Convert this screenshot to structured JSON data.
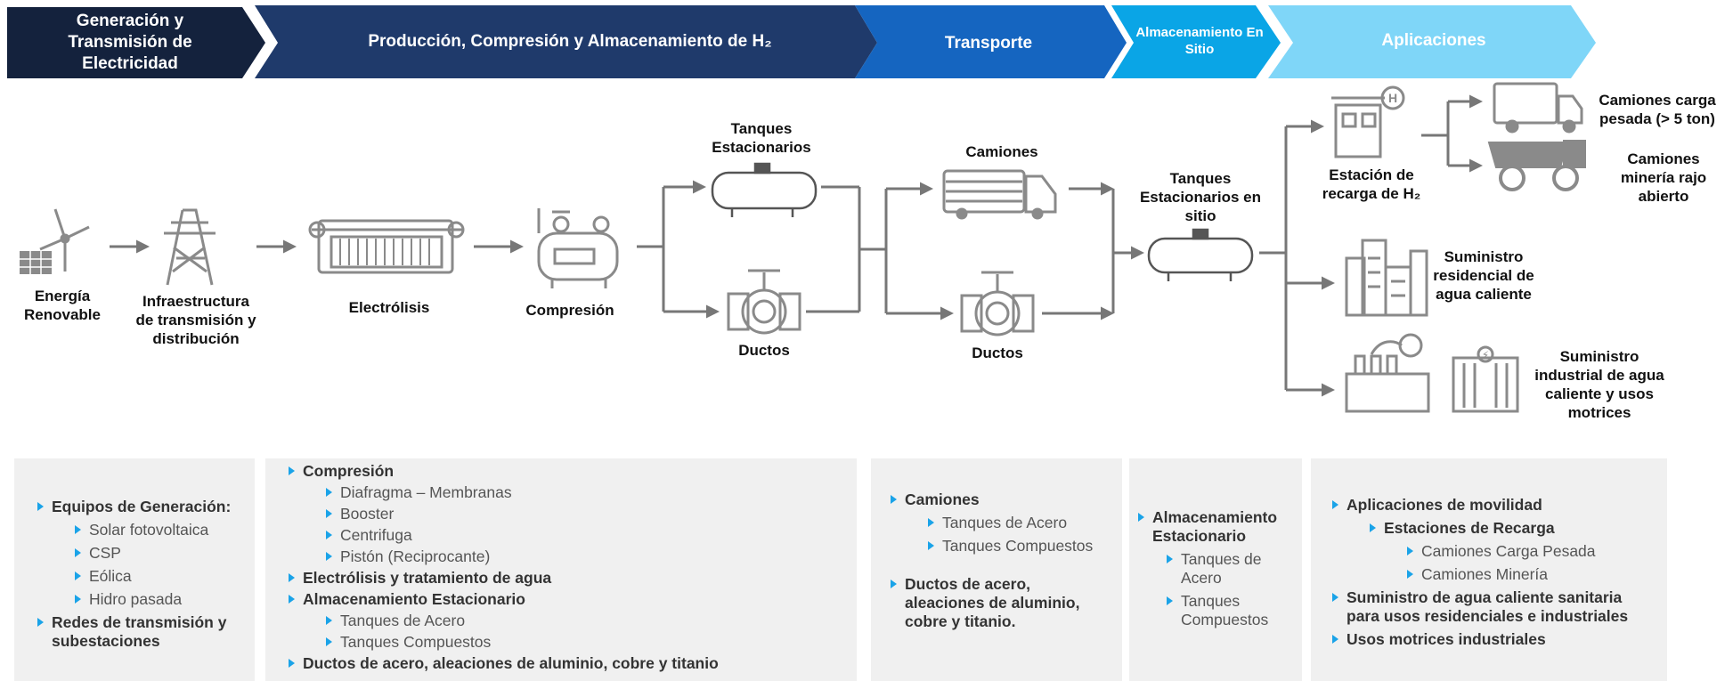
{
  "stages": [
    {
      "label": "Generación y Transmisión de Electricidad",
      "color": "#14223d"
    },
    {
      "label": "Producción, Compresión y Almacenamiento de H₂",
      "color": "#1f3a6b"
    },
    {
      "label": "Transporte",
      "color": "#1565c0"
    },
    {
      "label": "Almacenamiento En Sitio",
      "color": "#0aa5e6"
    },
    {
      "label": "Aplicaciones",
      "color": "#7fd6f8"
    }
  ],
  "nodes": {
    "renewable": "Energía Renovable",
    "infrastructure": "Infraestructura de transmisión y distribución",
    "electrolysis": "Electrólisis",
    "compression": "Compresión",
    "stationary_tanks": "Tanques Estacionarios",
    "pipelines": "Ductos",
    "trucks": "Camiones",
    "transport_pipelines": "Ductos",
    "onsite_tanks": "Tanques Estacionarios en sitio",
    "refuel_station": "Estación de recarga de H₂",
    "heavy_trucks": "Camiones carga pesada (> 5 ton)",
    "mining_trucks": "Camiones minería rajo abierto",
    "residential_hot_water": "Suministro residencial de agua caliente",
    "industrial_hot_water": "Suministro industrial de agua caliente y usos motrices"
  },
  "panels": {
    "generation": [
      {
        "text": "Equipos de Generación:",
        "level": 1,
        "bold": true
      },
      {
        "text": "Solar fotovoltaica",
        "level": 2,
        "bold": false
      },
      {
        "text": "CSP",
        "level": 2,
        "bold": false
      },
      {
        "text": "Eólica",
        "level": 2,
        "bold": false
      },
      {
        "text": "Hidro pasada",
        "level": 2,
        "bold": false
      },
      {
        "text": "Redes de transmisión y subestaciones",
        "level": 1,
        "bold": true
      }
    ],
    "production": [
      {
        "text": "Compresión",
        "level": 1,
        "bold": true
      },
      {
        "text": "Diafragma – Membranas",
        "level": 2,
        "bold": false
      },
      {
        "text": "Booster",
        "level": 2,
        "bold": false
      },
      {
        "text": "Centrifuga",
        "level": 2,
        "bold": false
      },
      {
        "text": "Pistón (Reciprocante)",
        "level": 2,
        "bold": false
      },
      {
        "text": "Electrólisis y tratamiento de agua",
        "level": 1,
        "bold": true
      },
      {
        "text": "Almacenamiento Estacionario",
        "level": 1,
        "bold": true
      },
      {
        "text": "Tanques de Acero",
        "level": 2,
        "bold": false
      },
      {
        "text": "Tanques Compuestos",
        "level": 2,
        "bold": false
      },
      {
        "text": "Ductos de acero, aleaciones de aluminio, cobre y titanio",
        "level": 1,
        "bold": true
      }
    ],
    "transport": [
      {
        "text": "Camiones",
        "level": 1,
        "bold": true
      },
      {
        "text": "Tanques de Acero",
        "level": 2,
        "bold": false
      },
      {
        "text": "Tanques Compuestos",
        "level": 2,
        "bold": false
      },
      {
        "text": "Ductos de acero, aleaciones de aluminio, cobre y titanio.",
        "level": 1,
        "bold": true
      }
    ],
    "onsite": [
      {
        "text": "Almacenamiento Estacionario",
        "level": 1,
        "bold": true
      },
      {
        "text": "Tanques de Acero",
        "level": 2,
        "bold": false
      },
      {
        "text": "Tanques Compuestos",
        "level": 2,
        "bold": false
      }
    ],
    "applications": [
      {
        "text": "Aplicaciones de movilidad",
        "level": 1,
        "bold": true
      },
      {
        "text": "Estaciones de Recarga",
        "level": 2,
        "bold": true
      },
      {
        "text": "Camiones Carga Pesada",
        "level": 3,
        "bold": false
      },
      {
        "text": "Camiones Minería",
        "level": 3,
        "bold": false
      },
      {
        "text": "Suministro de agua caliente sanitaria para usos residenciales e industriales",
        "level": 1,
        "bold": true
      },
      {
        "text": "Usos motrices industriales",
        "level": 1,
        "bold": true
      }
    ]
  },
  "colors": {
    "icon": "#8a8a8a",
    "arrow": "#777777",
    "bullet": "#1aa3e8",
    "panel_bg": "#f0f0f0"
  }
}
